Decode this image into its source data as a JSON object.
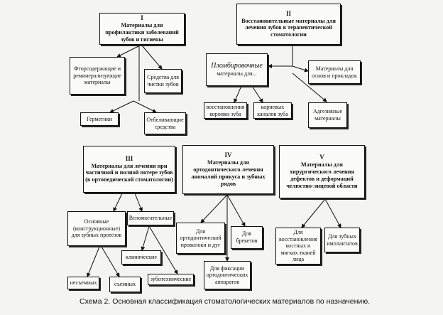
{
  "group1": {
    "number": "I",
    "title": "Материалы для профилактики заболеваний зубов и гигиены",
    "items": [
      "Фторсодержащие и реминерализующие материалы",
      "Средства для чистки зубов",
      "Герметики",
      "Отбеливающие средства"
    ]
  },
  "group2": {
    "number": "II",
    "title": "Восстановительные материалы для лечения зубов в терапевтической стоматологии",
    "filling_head": "Пломбировочные",
    "filling_sub": "материалы для...",
    "items": [
      "восстановления коронки зуба",
      "корневых каналов зуба",
      "Материалы для основ и прокладок",
      "Адгезивные материалы"
    ]
  },
  "group3": {
    "number": "III",
    "title": "Материалы для лечения при частичной и полной потере зубов (в ортопедической стоматологии)",
    "items": [
      "Основные (конструкционные) для зубных протезов",
      "Вспомогательные",
      "клинические",
      "зуботехнические",
      "несъемных",
      "съемных"
    ]
  },
  "group4": {
    "number": "IV",
    "title": "Материалы для ортодонтического лечения аномалий прикуса и зубных рядов",
    "items": [
      "Для ортодонтической проволоки и дуг",
      "Для брекетов",
      "Для фиксации ортодонтических аппаратов"
    ]
  },
  "group5": {
    "number": "V",
    "title": "Материалы для хирургического лечения дефектов и деформаций челюстно-лицевой области",
    "items": [
      "Для восстановления костных и мягких тканей лица",
      "Для зубных имплантатов"
    ]
  },
  "caption": "Схема 2. Основная классификация стоматологических материалов по назначению."
}
